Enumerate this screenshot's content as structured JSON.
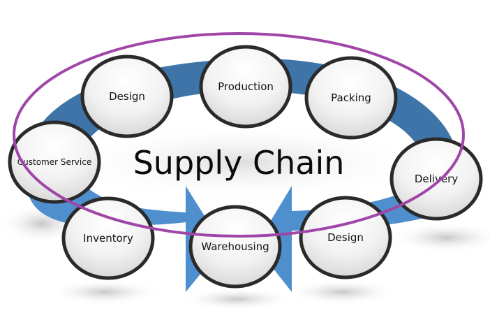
{
  "diagram": {
    "title": "Supply Chain",
    "colors": {
      "upper_band": "#3e74a8",
      "lower_band": "#4f8fcd",
      "node_outline": "#2a2a2a",
      "outer_ring": "#a046a8",
      "text": "#111111"
    },
    "nodes": [
      {
        "id": "design-top",
        "label": "Design"
      },
      {
        "id": "production",
        "label": "Production"
      },
      {
        "id": "packing",
        "label": "Packing"
      },
      {
        "id": "customer-service",
        "label": "Customer Service"
      },
      {
        "id": "delivery",
        "label": "Delivery"
      },
      {
        "id": "inventory",
        "label": "Inventory"
      },
      {
        "id": "warehousing",
        "label": "Warehousing"
      },
      {
        "id": "design-bottom",
        "label": "Design"
      }
    ],
    "flows": [
      {
        "from": "customer-service",
        "to": "warehousing",
        "direction": "right-arrow"
      },
      {
        "from": "delivery",
        "to": "warehousing",
        "direction": "left-arrow"
      }
    ]
  }
}
